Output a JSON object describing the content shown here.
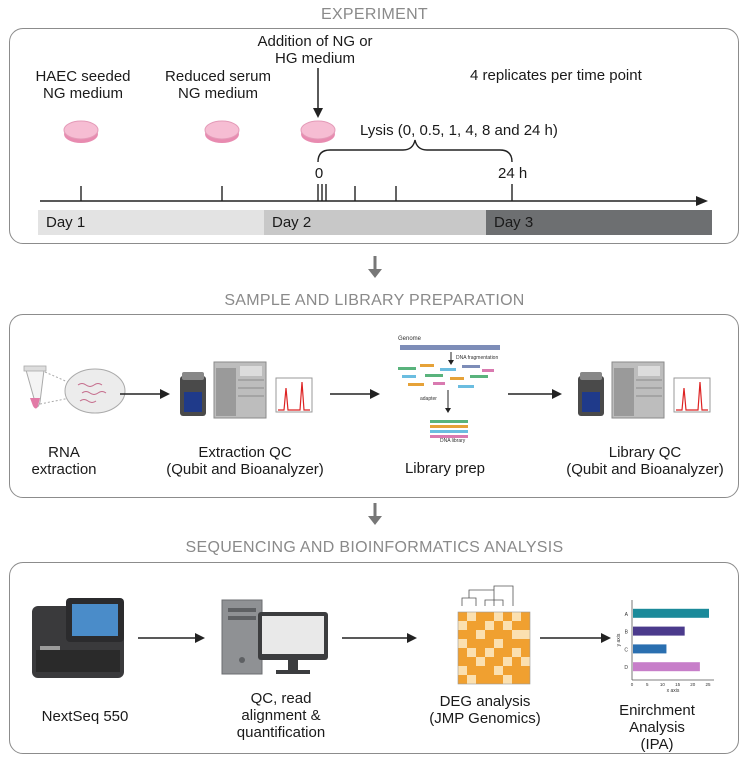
{
  "experiment": {
    "title": "EXPERIMENT",
    "steps": {
      "haec": "HAEC seeded\nNG medium",
      "reduced": "Reduced serum\nNG medium",
      "addition": "Addition of NG or\nHG medium"
    },
    "replicates": "4 replicates per time point",
    "lysis": "Lysis (0, 0.5, 1, 4, 8 and 24 h)",
    "tick_zero": "0",
    "tick_24": "24 h",
    "days": [
      "Day 1",
      "Day 2",
      "Day 3"
    ]
  },
  "library": {
    "title": "SAMPLE  AND LIBRARY PREPARATION",
    "rna": "RNA\nextraction",
    "extraction_qc": "Extraction QC\n(Qubit and Bioanalyzer)",
    "library_prep": "Library prep",
    "library_qc": "Library QC\n(Qubit and Bioanalyzer)",
    "prep_diagram": {
      "genome": "Genome",
      "fragmentation": "DNA fragmentation",
      "adapter": "adapter",
      "dna_library": "DNA library"
    }
  },
  "sequencing": {
    "title": "SEQUENCING AND BIOINFORMATICS ANALYSIS",
    "nextseq": "NextSeq 550",
    "qc_align": "QC, read\nalignment &\nquantification",
    "deg": "DEG analysis\n(JMP Genomics)",
    "enrichment": "Enirchment\nAnalysis\n(IPA)"
  },
  "mini_chart": {
    "categories": [
      "A",
      "B",
      "C",
      "D"
    ],
    "values": [
      25,
      17,
      11,
      22
    ],
    "colors": [
      "#1b8a9a",
      "#4b3a8c",
      "#2a6fb0",
      "#c77ec9"
    ],
    "x_ticks": [
      "0",
      "5",
      "10",
      "15",
      "20",
      "25"
    ],
    "xlabel": "x axis",
    "ylabel": "y axis"
  },
  "colors": {
    "border": "#8c8c8c",
    "title": "#8a8a8a",
    "day1": "#e3e3e3",
    "day2": "#c8c8c8",
    "day3": "#6d6f71",
    "dish": "#f2a7c3",
    "heat_dark": "#f0a030",
    "heat_light": "#fbe0b0"
  }
}
